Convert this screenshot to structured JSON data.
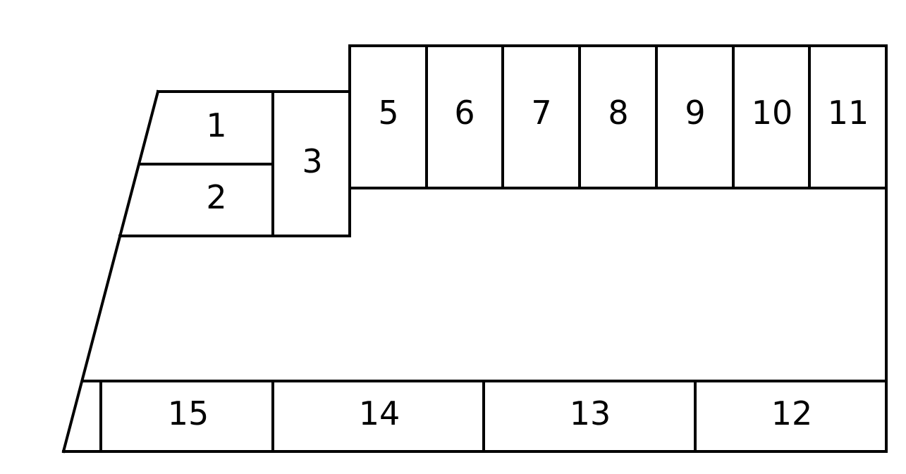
{
  "parking_lot": {
    "spaces": [
      {
        "label": "1"
      },
      {
        "label": "2"
      },
      {
        "label": "3"
      },
      {
        "label": "5"
      },
      {
        "label": "6"
      },
      {
        "label": "7"
      },
      {
        "label": "8"
      },
      {
        "label": "9"
      },
      {
        "label": "10"
      },
      {
        "label": "11"
      },
      {
        "label": "12"
      },
      {
        "label": "13"
      },
      {
        "label": "14"
      },
      {
        "label": "15"
      }
    ]
  },
  "colors": {
    "line": "#000000",
    "background": "#ffffff"
  }
}
